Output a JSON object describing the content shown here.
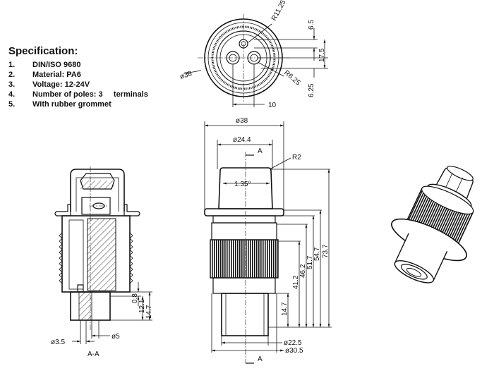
{
  "specification": {
    "title": "Specification:",
    "items": [
      {
        "num": "1.",
        "text": "DIN/ISO 9680"
      },
      {
        "num": "2.",
        "text": "Material: PA6"
      },
      {
        "num": "3.",
        "text": "Voltage: 12-24V"
      },
      {
        "num": "4.",
        "text": "Number of poles: 3     terminals"
      },
      {
        "num": "5.",
        "text": "With rubber grommet"
      }
    ]
  },
  "top_view": {
    "dia_outer": "ø38",
    "r_outer": "R11.25",
    "r_inner": "R6.25",
    "dim_6_5": "6.5",
    "dim_17_5": "17.5",
    "dim_6_25": "6.25",
    "dim_10": "10"
  },
  "front_view": {
    "dia_38": "ø38",
    "dia_24_4": "ø24.4",
    "section_mark_top": "A",
    "section_mark_bottom": "A",
    "r2": "R2",
    "angle": "1.35°",
    "dia_22_5": "ø22.5",
    "dia_30_5": "ø30.5",
    "h_14_7": "14.7",
    "h_41_2": "41.2",
    "h_46_2": "46.2",
    "h_51_7": "51.7",
    "h_54_7": "54.7",
    "h_73_7": "73.7"
  },
  "section_view": {
    "label": "A-A",
    "dia_3_5": "ø3.5",
    "dia_5": "ø5",
    "h_0_8": "0.8",
    "h_12_1": "12.1",
    "h_14_7": "14.7"
  }
}
